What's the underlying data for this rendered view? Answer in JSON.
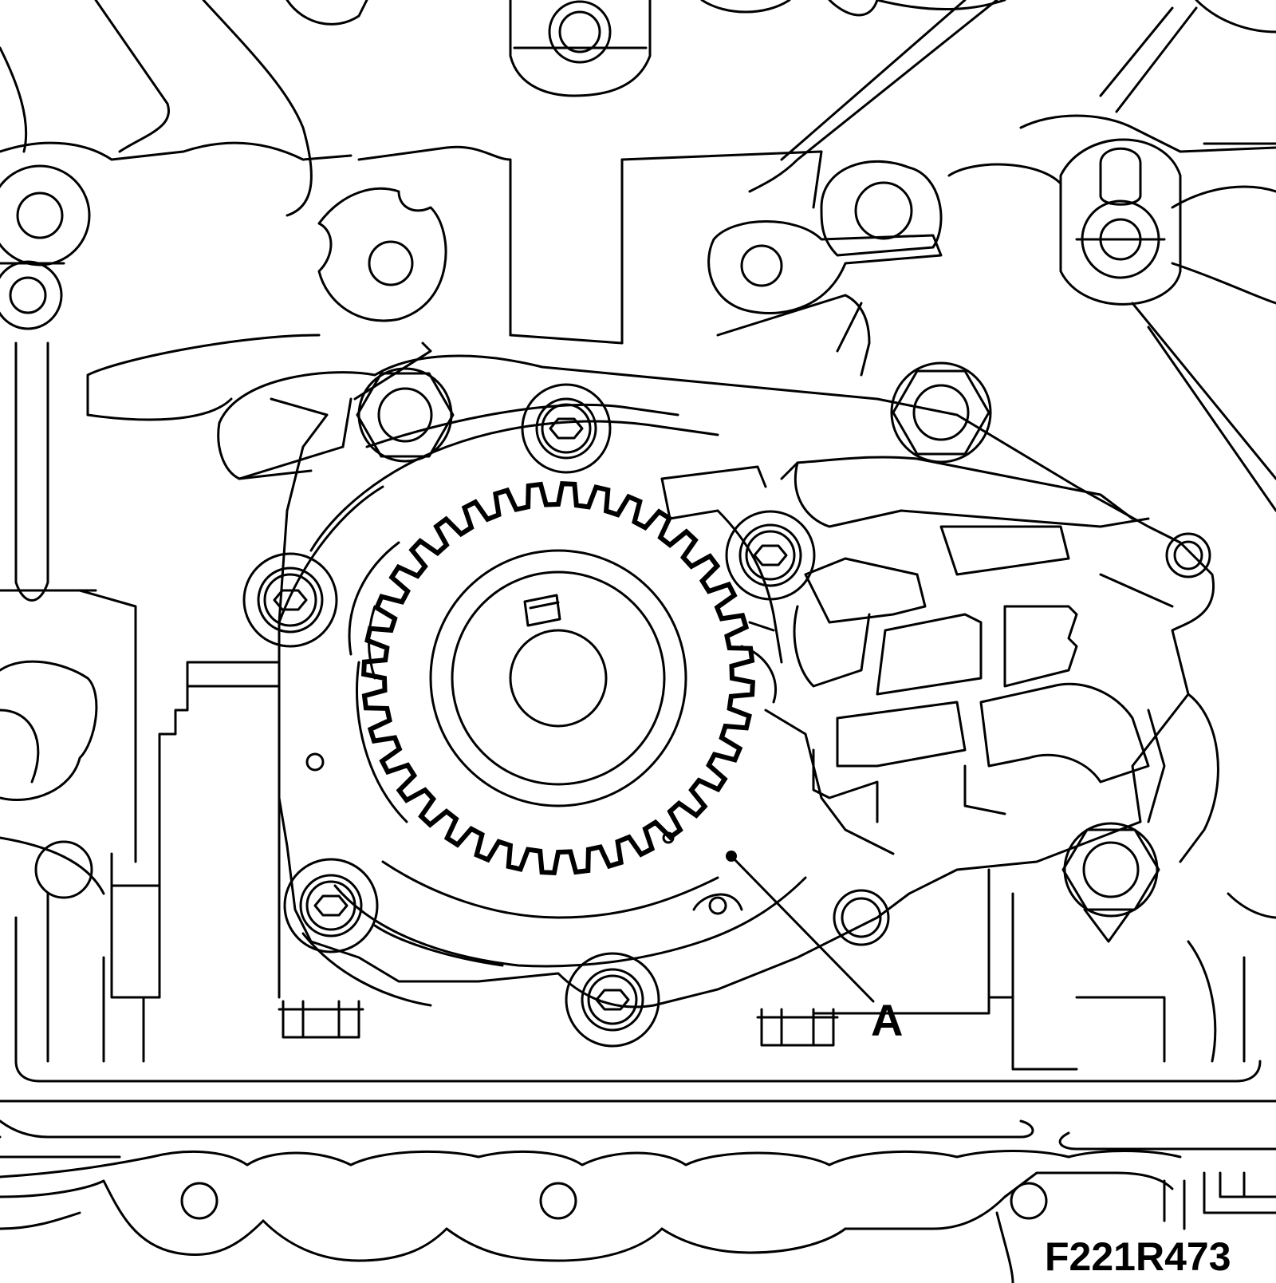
{
  "callout": {
    "label": "A"
  },
  "figure": {
    "code": "F221R473"
  },
  "gear": {
    "teeth": 36
  },
  "colors": {
    "line": "#000000",
    "background": "#ffffff"
  }
}
